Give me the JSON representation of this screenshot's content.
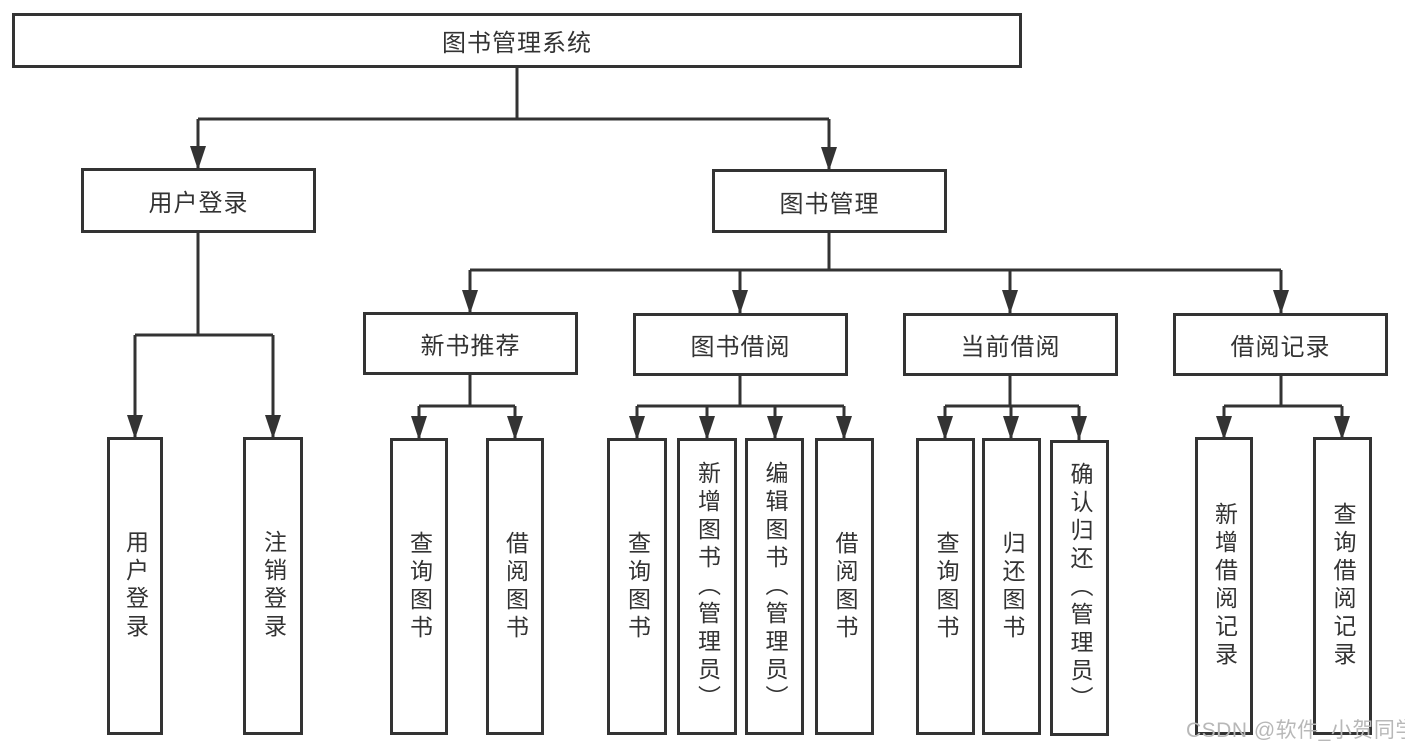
{
  "page": {
    "background": "#ffffff"
  },
  "colors": {
    "line": "#333333",
    "box_border": "#333333",
    "text": "#333333",
    "watermark": "#b8b8b8"
  },
  "tree": {
    "root": {
      "label": "图书管理系统"
    },
    "children": [
      {
        "label": "用户登录",
        "children": [
          {
            "label": "用户登录"
          },
          {
            "label": "注销登录"
          }
        ]
      },
      {
        "label": "图书管理",
        "children": [
          {
            "label": "新书推荐",
            "children": [
              {
                "label": "查询图书"
              },
              {
                "label": "借阅图书"
              }
            ]
          },
          {
            "label": "图书借阅",
            "children": [
              {
                "label": "查询图书"
              },
              {
                "label": "新增图书（管理员）"
              },
              {
                "label": "编辑图书（管理员）"
              },
              {
                "label": "借阅图书"
              }
            ]
          },
          {
            "label": "当前借阅",
            "children": [
              {
                "label": "查询图书"
              },
              {
                "label": "归还图书"
              },
              {
                "label": "确认归还（管理员）"
              }
            ]
          },
          {
            "label": "借阅记录",
            "children": [
              {
                "label": "新增借阅记录"
              },
              {
                "label": "查询借阅记录"
              }
            ]
          }
        ]
      }
    ]
  },
  "watermark": {
    "text": "CSDN @软件_小贺同学"
  }
}
